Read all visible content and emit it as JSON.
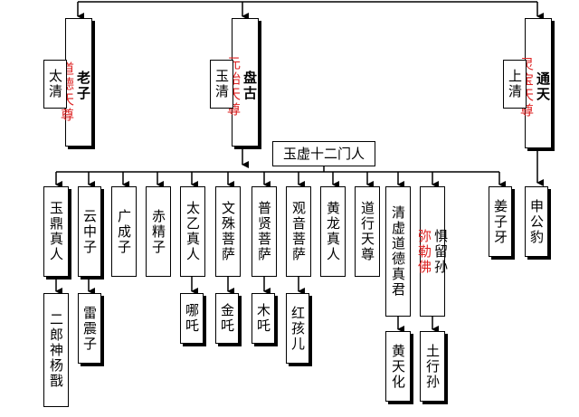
{
  "top": {
    "laozi": {
      "name": "老子",
      "title": "道德天尊",
      "side": "太清"
    },
    "pangu": {
      "name": "盘古",
      "title": "元始天尊",
      "side": "玉清"
    },
    "tongtian": {
      "name": "通天",
      "title": "灵宝天尊",
      "side": "上清"
    }
  },
  "yuxu": "玉虚十二门人",
  "children": [
    "玉鼎真人",
    "云中子",
    "广成子",
    "赤精子",
    "太乙真人",
    "文殊菩萨",
    "普贤菩萨",
    "观音菩萨",
    "黄龙真人",
    "道行天尊",
    "清虚道德真君",
    "惧留孙",
    "姜子牙",
    "申公豹"
  ],
  "children_julieliu": {
    "name": "惧留孙",
    "title": "弥勒佛"
  },
  "grandchildren": [
    "二郎神杨戬",
    "雷震子",
    "哪吒",
    "金吒",
    "木吒",
    "红孩儿",
    "黄天化",
    "土行孙"
  ]
}
